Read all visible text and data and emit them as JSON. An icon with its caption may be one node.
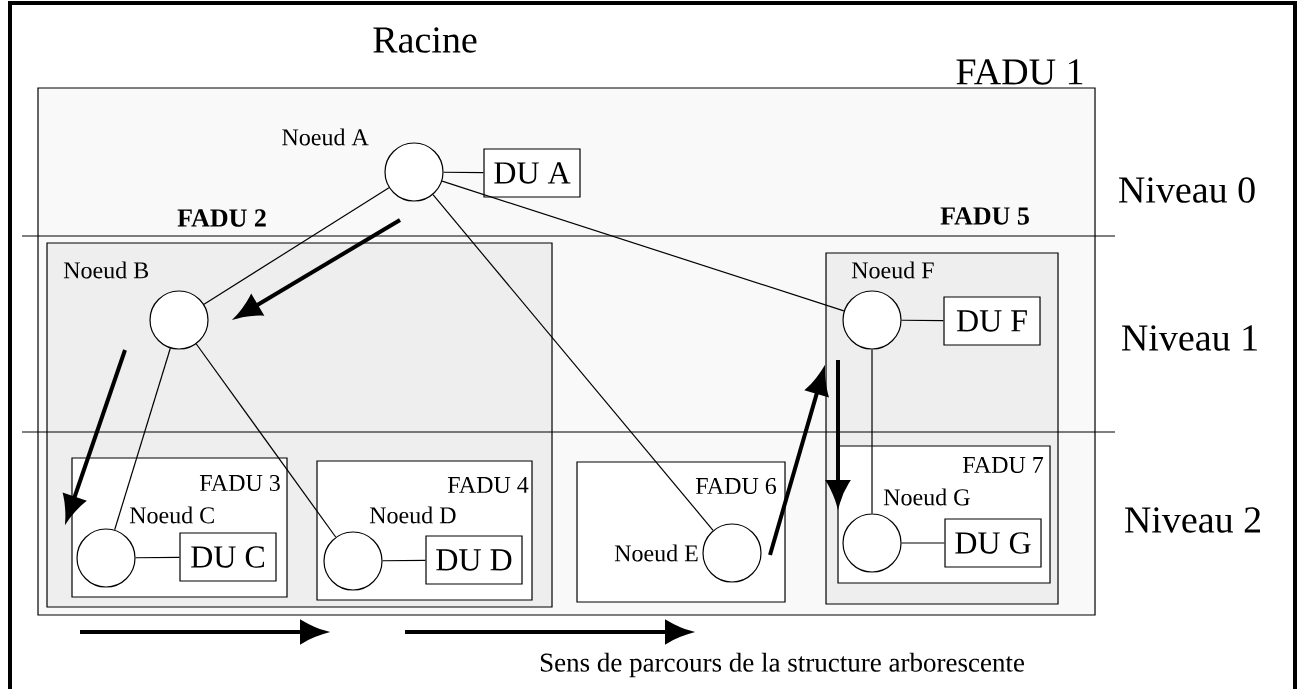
{
  "diagram": {
    "nodes": [
      {
        "text": [
          "FADU 1"
        ]
      },
      {
        "text": [],
        "shape": "circle",
        "beside": [
          "Noeud A"
        ],
        "in": 0
      },
      {
        "text": [
          "DU A"
        ],
        "in": 0
      },
      {
        "text": [
          "FADU 2"
        ],
        "in": 0
      },
      {
        "text": [],
        "shape": "circle",
        "beside": [
          "Noeud B"
        ],
        "in": 3
      },
      {
        "text": [
          "FADU 3"
        ],
        "in": 3
      },
      {
        "text": [],
        "shape": "circle",
        "beside": [
          "Noeud C"
        ],
        "in": 5
      },
      {
        "text": [
          "DU C"
        ],
        "in": 5
      },
      {
        "text": [
          "FADU 4"
        ],
        "in": 3
      },
      {
        "text": [],
        "shape": "circle",
        "beside": [
          "Noeud D"
        ],
        "in": 8
      },
      {
        "text": [
          "DU D"
        ],
        "in": 8
      },
      {
        "text": [
          "FADU 6"
        ],
        "in": 0
      },
      {
        "text": [],
        "shape": "circle",
        "beside": [
          "Noeud E"
        ],
        "in": 11
      },
      {
        "text": [
          "FADU 5"
        ],
        "in": 0
      },
      {
        "text": [],
        "shape": "circle",
        "beside": [
          "Noeud F"
        ],
        "in": 13
      },
      {
        "text": [
          "DU F"
        ],
        "in": 13
      },
      {
        "text": [
          "FADU 7"
        ],
        "in": 13
      },
      {
        "text": [],
        "shape": "circle",
        "beside": [
          "Noeud G"
        ],
        "in": 16
      },
      {
        "text": [
          "DU G"
        ],
        "in": 16
      }
    ],
    "edges": [
      {
        "from": 1,
        "to": 2,
        "arrow": "none"
      },
      {
        "from": 1,
        "to": 4,
        "arrow": "none"
      },
      {
        "from": 1,
        "to": 12,
        "arrow": "none"
      },
      {
        "from": 1,
        "to": 14,
        "arrow": "none"
      },
      {
        "from": 4,
        "to": 6,
        "arrow": "none"
      },
      {
        "from": 4,
        "to": 9,
        "arrow": "none"
      },
      {
        "from": 6,
        "to": 7,
        "arrow": "none"
      },
      {
        "from": 9,
        "to": 10,
        "arrow": "none"
      },
      {
        "from": 14,
        "to": 15,
        "arrow": "none"
      },
      {
        "from": 14,
        "to": 17,
        "arrow": "none"
      },
      {
        "from": 17,
        "to": 18,
        "arrow": "none"
      }
    ],
    "labels": [
      "Racine",
      "Niveau 0",
      "Niveau 1",
      "Niveau 2",
      "Sens de parcours de la structure arborescente"
    ]
  }
}
